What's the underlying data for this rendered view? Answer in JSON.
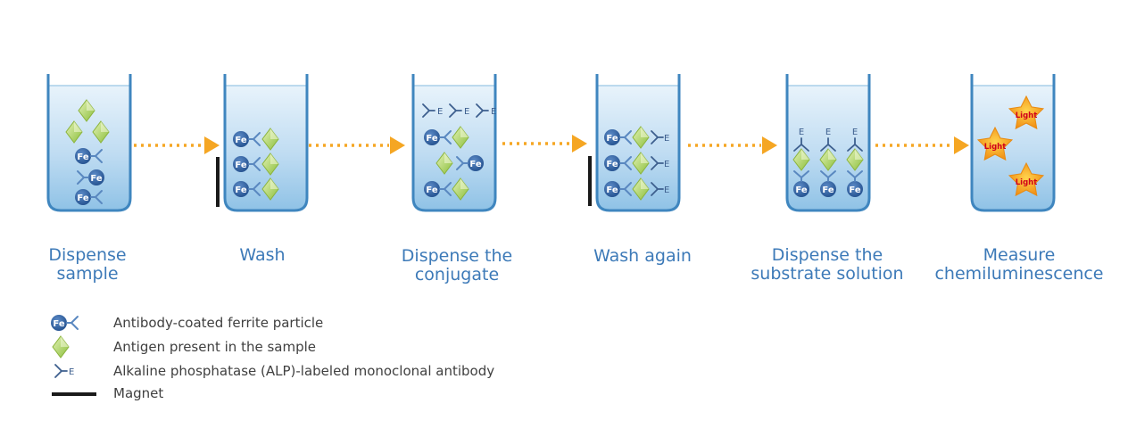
{
  "steps": [
    {
      "label_line1": "Dispense",
      "label_line2": "sample"
    },
    {
      "label_line1": "Wash",
      "label_line2": ""
    },
    {
      "label_line1": "Dispense the",
      "label_line2": "conjugate"
    },
    {
      "label_line1": "Wash again",
      "label_line2": ""
    },
    {
      "label_line1": "Dispense the",
      "label_line2": "substrate solution"
    },
    {
      "label_line1": "Measure",
      "label_line2": "chemiluminescence"
    }
  ],
  "particle_text": "Fe",
  "enzyme_text": "E",
  "light_text": "Light",
  "legend": [
    {
      "icon": "ferrite-particle-icon",
      "text": "Antibody-coated ferrite particle"
    },
    {
      "icon": "antigen-icon",
      "text": "Antigen present in the sample"
    },
    {
      "icon": "alp-antibody-icon",
      "text": "Alkaline phosphatase (ALP)-labeled monoclonal antibody"
    },
    {
      "icon": "magnet-icon",
      "text": "Magnet"
    }
  ],
  "colors": {
    "label": "#3d7ab8",
    "arrow": "#f5a623",
    "particle": "#3467a8",
    "antigen": "#9cc848",
    "star": "#f5a31a",
    "light_text": "#d0021b",
    "magnet": "#1a1a1a"
  }
}
